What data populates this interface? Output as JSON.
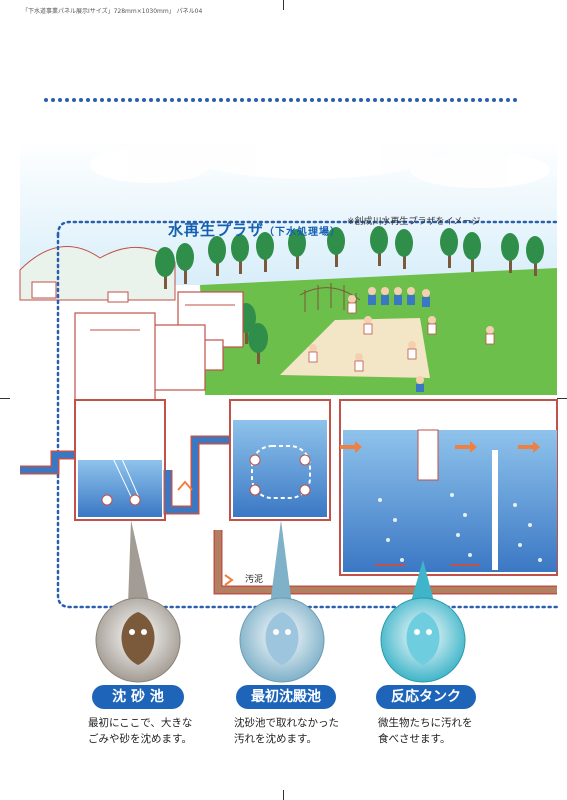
{
  "print_header": "「下水道事業パネル展示Ⅰサイズ」728mm×1030mm」 パネル04",
  "header_title": "水再生プラザ",
  "header_subtitle": "（下水処理場）",
  "note": "※創成川水再生プラザをイメージ",
  "sludge_label": "汚泥",
  "stages": [
    {
      "name": "沈 砂 池",
      "description": [
        "最初にここで、大きな",
        "ごみや砂を沈めます。"
      ],
      "color": "#1e64b8"
    },
    {
      "name": "最初沈殿池",
      "description": [
        "沈砂池で取れなかった",
        "汚れを沈めます。"
      ],
      "color": "#1e64b8"
    },
    {
      "name": "反応タンク",
      "description": [
        "微生物たちに汚れを",
        "食べさせます。"
      ],
      "color": "#1e64b8"
    }
  ],
  "colors": {
    "accent": "#1e64b8",
    "water": "#3b78c4",
    "pipe": "#c0524a",
    "grass": "#6cbf4a"
  }
}
